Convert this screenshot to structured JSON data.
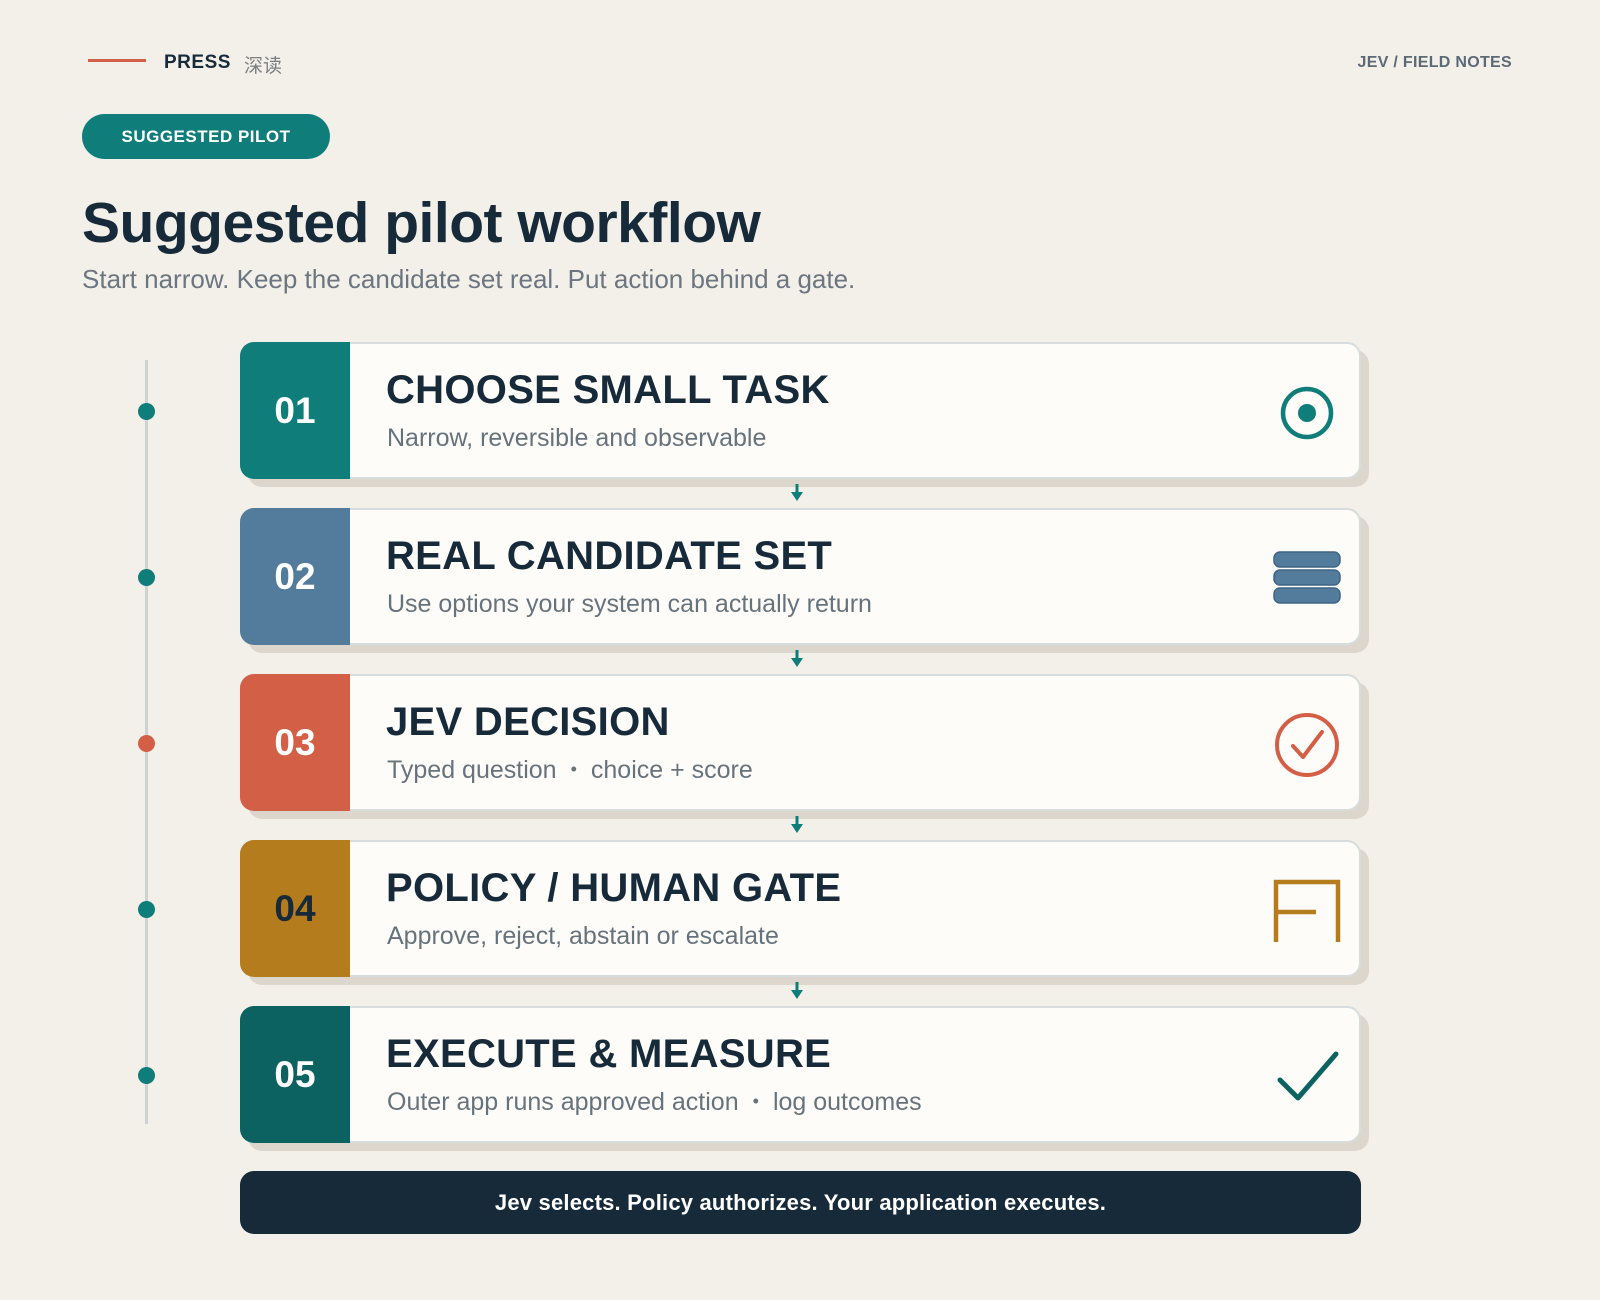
{
  "header": {
    "brand": "PRESS",
    "brand_cn": "深读",
    "section_label": "JEV / FIELD NOTES"
  },
  "badge": "SUGGESTED PILOT",
  "title": "Suggested pilot workflow",
  "subtitle": "Start narrow. Keep the candidate set real. Put action behind a gate.",
  "steps": [
    {
      "num": "01",
      "title": "CHOOSE SMALL TASK",
      "desc": [
        "Narrow, reversible and observable"
      ],
      "color": "#0f7d79",
      "icon": "target-icon",
      "num_text_color": "#ffffff",
      "dot_color": "#0f7d79"
    },
    {
      "num": "02",
      "title": "REAL CANDIDATE SET",
      "desc": [
        "Use options your system can actually return"
      ],
      "color": "#527b9c",
      "icon": "stack-icon",
      "num_text_color": "#ffffff",
      "dot_color": "#0f7d79"
    },
    {
      "num": "03",
      "title": "JEV DECISION",
      "desc": [
        "Typed question",
        "choice + score"
      ],
      "color": "#d45f47",
      "icon": "check-circle-icon",
      "num_text_color": "#ffffff",
      "dot_color": "#d45f47"
    },
    {
      "num": "04",
      "title": "POLICY / HUMAN GATE",
      "desc": [
        "Approve, reject, abstain or escalate"
      ],
      "color": "#b57c1d",
      "icon": "gate-icon",
      "num_text_color": "#172a3a",
      "dot_color": "#0f7d79"
    },
    {
      "num": "05",
      "title": "EXECUTE & MEASURE",
      "desc": [
        "Outer app runs approved action",
        "log outcomes"
      ],
      "color": "#0b6260",
      "icon": "checkmark-icon",
      "num_text_color": "#ffffff",
      "dot_color": "#0f7d79"
    }
  ],
  "footer": "Jev selects. Policy authorizes. Your application executes.",
  "colors": {
    "background": "#f3efe9",
    "navy": "#172a3a",
    "teal": "#0f7d79",
    "arrow": "#0f7d79"
  }
}
